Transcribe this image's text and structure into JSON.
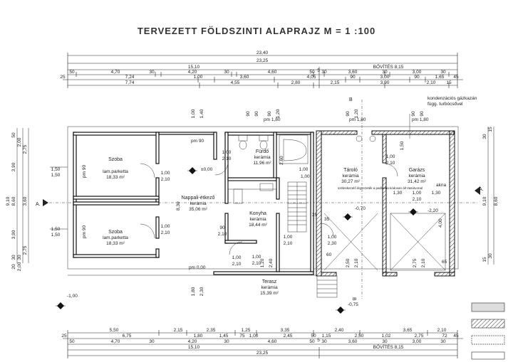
{
  "title": "TERVEZETT  FÖLDSZINTI  ALAPRAJZ  M = 1 :100",
  "top_dims": {
    "row1": [
      "23,40"
    ],
    "row2": [
      "23,25"
    ],
    "row3": [
      "15,10",
      "BŐVÍTÉS 8,15"
    ],
    "row4": [
      "50",
      "4,70",
      "30",
      "4,20",
      "30",
      "4,60",
      "50",
      "5",
      "30",
      "3,60",
      "30",
      "3,00",
      "30"
    ],
    "row5": [
      "25",
      "7,24",
      "1,00",
      "3,60",
      "4,05",
      "90",
      "3,00",
      "90",
      "1,65",
      "45"
    ],
    "row6": [
      "7,74",
      "4,55",
      "2,80",
      "2,15",
      "3,90",
      "2,10",
      "15"
    ]
  },
  "bottom_dims": {
    "row1": [
      "5,50",
      "2,15",
      "2,35",
      "1,25",
      "3,35",
      "2,40",
      "3,65",
      "2,10"
    ],
    "row2": [
      "25",
      "6,75",
      "1,80",
      "1,45",
      "75",
      "1,00",
      "2,45",
      "50",
      "1,15",
      "2,50",
      "1,02",
      "2,75",
      "72",
      "45"
    ],
    "row3": [
      "50",
      "4,70",
      "30",
      "4,20",
      "30",
      "4,60",
      "50",
      "5",
      "30",
      "3,60",
      "30",
      "3,00",
      "30"
    ],
    "row4": [
      "15,10",
      "BŐVÍTÉS 8,15"
    ],
    "row5": [
      "23,25"
    ]
  },
  "left_dims": [
    "50",
    "2,00",
    "2,75",
    "3,90",
    "1,50",
    "1,50",
    "9,10",
    "8,60",
    "3,60",
    "3,90",
    "1,50",
    "1,50",
    "2,75",
    "20",
    "30",
    "30",
    "2,00"
  ],
  "right_dims": [
    "15",
    "30",
    "9,10",
    "8,60",
    "30",
    "15"
  ],
  "rooms": [
    {
      "name": "Szoba",
      "floor": "lam.parketta",
      "area": "18,33 m²"
    },
    {
      "name": "Szoba",
      "floor": "lam.parketta",
      "area": "18,33 m²"
    },
    {
      "name": "Nappali-étkező",
      "floor": "kerámia",
      "area": "35,06 m²"
    },
    {
      "name": "Fürdő",
      "floor": "kerámia",
      "area": "11,96 m²"
    },
    {
      "name": "Konyha",
      "floor": "kerámia",
      "area": "18,44 m²"
    },
    {
      "name": "Terasz",
      "floor": "kerámia",
      "area": "15,39 m²"
    },
    {
      "name": "Tároló",
      "floor": "kerámia",
      "area": "30,27 m²"
    },
    {
      "name": "Garázs",
      "floor": "kerámia",
      "area": "31,42 m²"
    }
  ],
  "openings": {
    "d_szoba1": [
      "1,00",
      "2,10"
    ],
    "d_szoba2": [
      "1,00",
      "2,10"
    ],
    "d_furdo": [
      "1,00",
      "2,10"
    ],
    "d_konyha": [
      "90",
      "2,10"
    ],
    "d_konyha2": [
      "1,00",
      "2,10"
    ],
    "d_terasz": [
      "1,00",
      "2,10"
    ],
    "d_tarolo1": [
      "1,00",
      "2,10"
    ],
    "d_tarolo2": [
      "1,00",
      "2,10"
    ],
    "d_tarolo3": [
      "1,00",
      "2,30"
    ],
    "d_garazs": [
      "1,00",
      "2,10"
    ],
    "w_left1": [
      "1,50",
      "1,50"
    ],
    "w_left2": [
      "1,50",
      "1,50"
    ],
    "w_top1": [
      "1,00",
      "1,40"
    ],
    "w_top2": [
      "90",
      "90"
    ],
    "w_top3": [
      "90",
      "1,20"
    ],
    "w_top4": [
      "90",
      "90"
    ],
    "w_tarolo_top": [
      "90",
      "1,20"
    ],
    "garage_door": [
      "1,30",
      "1,30"
    ],
    "garage_w": [
      "1,50"
    ],
    "bottom_door": [
      "2,50",
      "2,10"
    ],
    "bottom_door2": [
      "2,75",
      "2,10"
    ],
    "terasz_l": [
      "1,80",
      "2,30"
    ],
    "konyha_side": [
      "1,20",
      "2,40"
    ]
  },
  "levels": {
    "l1": "±0,00",
    "l2": "-1,00",
    "l3": "-0,70",
    "l4": "-2,20",
    "l5": "-0,75",
    "pm1": "pm 90",
    "pm2": "pm 1,80",
    "pm3": "pm 1,80",
    "pm4": "pm 1,80",
    "pm5": "pm 90",
    "pm6": "pm 90",
    "pm7": "pm 0,00"
  },
  "misc": {
    "furdo_260": "2,60",
    "furdo_100": "1,00",
    "konyha_830": "8,30",
    "stair_25": "25",
    "stair_35": "35",
    "tarolo_note": "széleskezelő légvezeték a padlásba kódosan áll Vasútvonal",
    "garage_note": "akna",
    "garage_4": "4,00",
    "gas_note1": "kondenzációs gázkazán",
    "gas_note2": "függ. turbócsővel",
    "dim_60": "60",
    "dim_65": "65"
  },
  "sections": {
    "a": "A.",
    "b": "B"
  },
  "legend_count": 4
}
